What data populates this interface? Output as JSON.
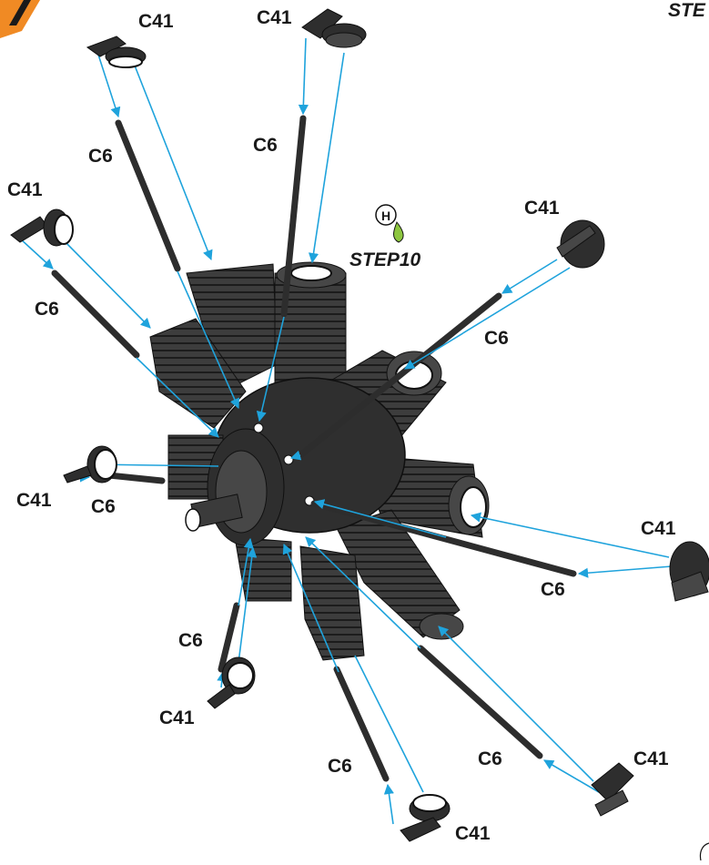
{
  "step_label": "STEP10",
  "step_label_cut": "STE",
  "tool_badge": {
    "letter": "H",
    "icon": "glue-drop-icon",
    "color": "#8dc63f"
  },
  "parts": {
    "cap": "C41",
    "rod": "C6"
  },
  "colors": {
    "leader": "#1fa3dc",
    "engine": "#3a3a3a",
    "corner_logo": "#f08a24"
  }
}
